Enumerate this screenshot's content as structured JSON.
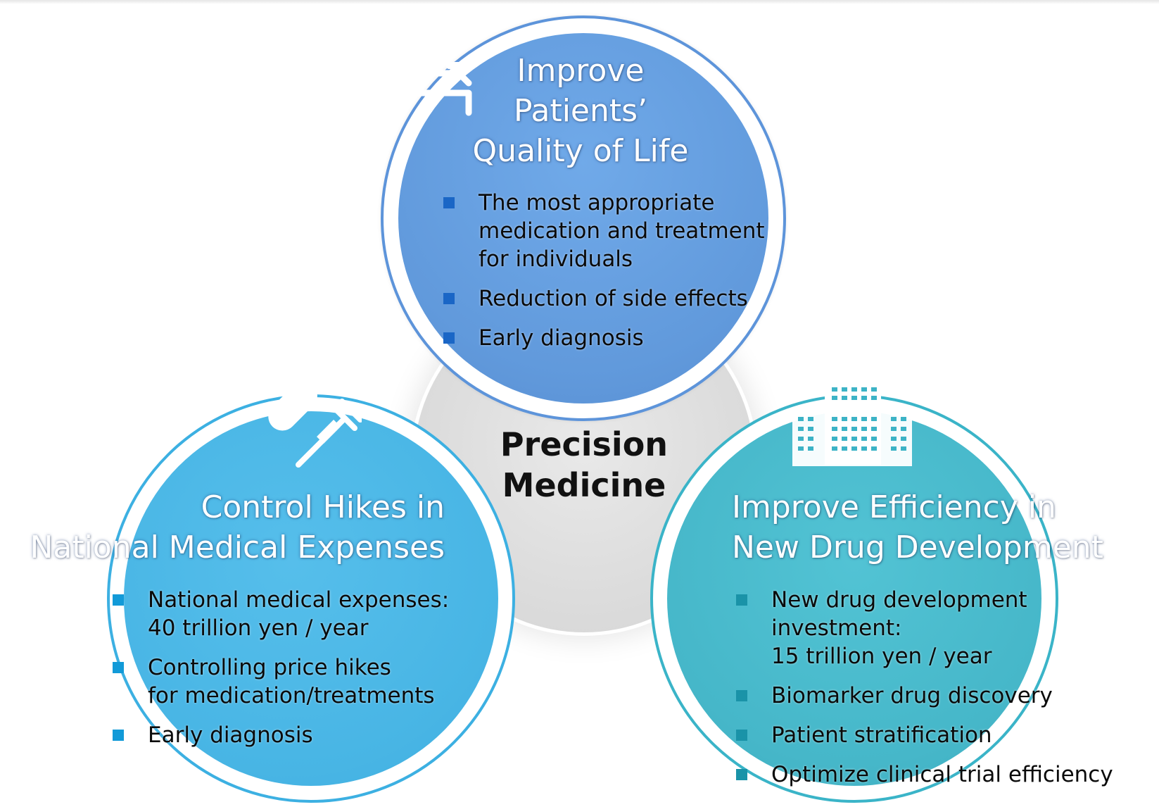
{
  "center": {
    "title_lines": [
      "Precision",
      "Medicine"
    ]
  },
  "top": {
    "title_lines": [
      "Improve",
      "Patients’",
      "Quality of Life"
    ],
    "icon": "patient-bed-icon",
    "bullets": [
      "The most appropriate\nmedication and treatment\nfor individuals",
      "Reduction of side effects",
      "Early diagnosis"
    ]
  },
  "left": {
    "title_lines": [
      "Control Hikes in",
      "National Medical Expenses"
    ],
    "icon": "pill-syringe-icon",
    "bullets": [
      "National medical expenses:\n40 trillion yen / year",
      "Controlling price hikes\nfor medication/treatments",
      "Early diagnosis"
    ]
  },
  "right": {
    "title_lines": [
      "Improve Efficiency in",
      "New Drug Development"
    ],
    "icon": "hospital-building-icon",
    "bullets": [
      "New drug development investment:\n15 trillion yen / year",
      "Biomarker drug discovery",
      "Patient stratification",
      "Optimize clinical trial efficiency"
    ]
  },
  "colors": {
    "top_circle": "#5a95da",
    "left_circle": "#3eb1e3",
    "right_circle": "#3cb3c6",
    "center_circle": "#dcdcdc"
  }
}
